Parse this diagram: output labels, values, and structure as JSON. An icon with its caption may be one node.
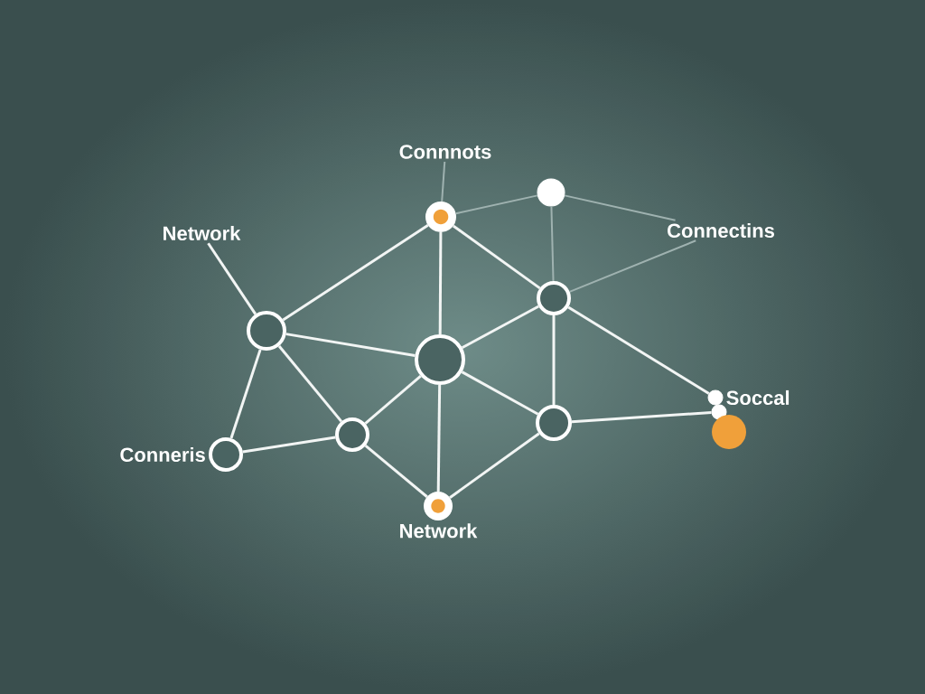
{
  "diagram": {
    "nodes": [
      {
        "text": [
          "Network"
        ]
      },
      {
        "text": [
          "Connnots"
        ]
      },
      {
        "text": [
          "Connectins"
        ]
      },
      {
        "text": [],
        "shape": "circle"
      },
      {
        "text": [],
        "shape": "circle"
      },
      {
        "text": [],
        "shape": "circle"
      },
      {
        "text": [],
        "shape": "circle"
      },
      {
        "text": [],
        "shape": "circle"
      },
      {
        "text": [],
        "shape": "circle"
      },
      {
        "text": [],
        "shape": "circle",
        "beside": [
          "Conneris"
        ]
      },
      {
        "text": [],
        "shape": "circle"
      },
      {
        "text": [],
        "shape": "circle",
        "beside": [
          "Soccal"
        ]
      },
      {
        "text": [],
        "shape": "circle"
      },
      {
        "text": [],
        "shape": "circle"
      },
      {
        "text": [],
        "shape": "circle",
        "beside": [
          "Network"
        ]
      }
    ],
    "edges": [
      {
        "from": 0,
        "to": 5,
        "arrow": "none"
      },
      {
        "from": 1,
        "to": 3,
        "arrow": "none",
        "color": "#9fb2b0"
      },
      {
        "from": 3,
        "to": 4,
        "arrow": "none",
        "color": "#9fb2b0"
      },
      {
        "from": 4,
        "to": 2,
        "arrow": "none",
        "color": "#9fb2b0"
      },
      {
        "from": 6,
        "to": 2,
        "arrow": "none",
        "color": "#9fb2b0"
      },
      {
        "from": 4,
        "to": 6,
        "arrow": "none",
        "color": "#9fb2b0"
      },
      {
        "from": 3,
        "to": 5,
        "arrow": "none"
      },
      {
        "from": 3,
        "to": 7,
        "arrow": "none"
      },
      {
        "from": 3,
        "to": 6,
        "arrow": "none"
      },
      {
        "from": 5,
        "to": 7,
        "arrow": "none"
      },
      {
        "from": 5,
        "to": 9,
        "arrow": "none"
      },
      {
        "from": 5,
        "to": 8,
        "arrow": "none"
      },
      {
        "from": 7,
        "to": 6,
        "arrow": "none"
      },
      {
        "from": 7,
        "to": 8,
        "arrow": "none"
      },
      {
        "from": 7,
        "to": 14,
        "arrow": "none"
      },
      {
        "from": 7,
        "to": 10,
        "arrow": "none"
      },
      {
        "from": 6,
        "to": 10,
        "arrow": "none"
      },
      {
        "from": 6,
        "to": 11,
        "arrow": "none"
      },
      {
        "from": 9,
        "to": 8,
        "arrow": "none"
      },
      {
        "from": 8,
        "to": 14,
        "arrow": "none"
      },
      {
        "from": 14,
        "to": 10,
        "arrow": "none"
      },
      {
        "from": 10,
        "to": 12,
        "arrow": "none"
      }
    ]
  }
}
